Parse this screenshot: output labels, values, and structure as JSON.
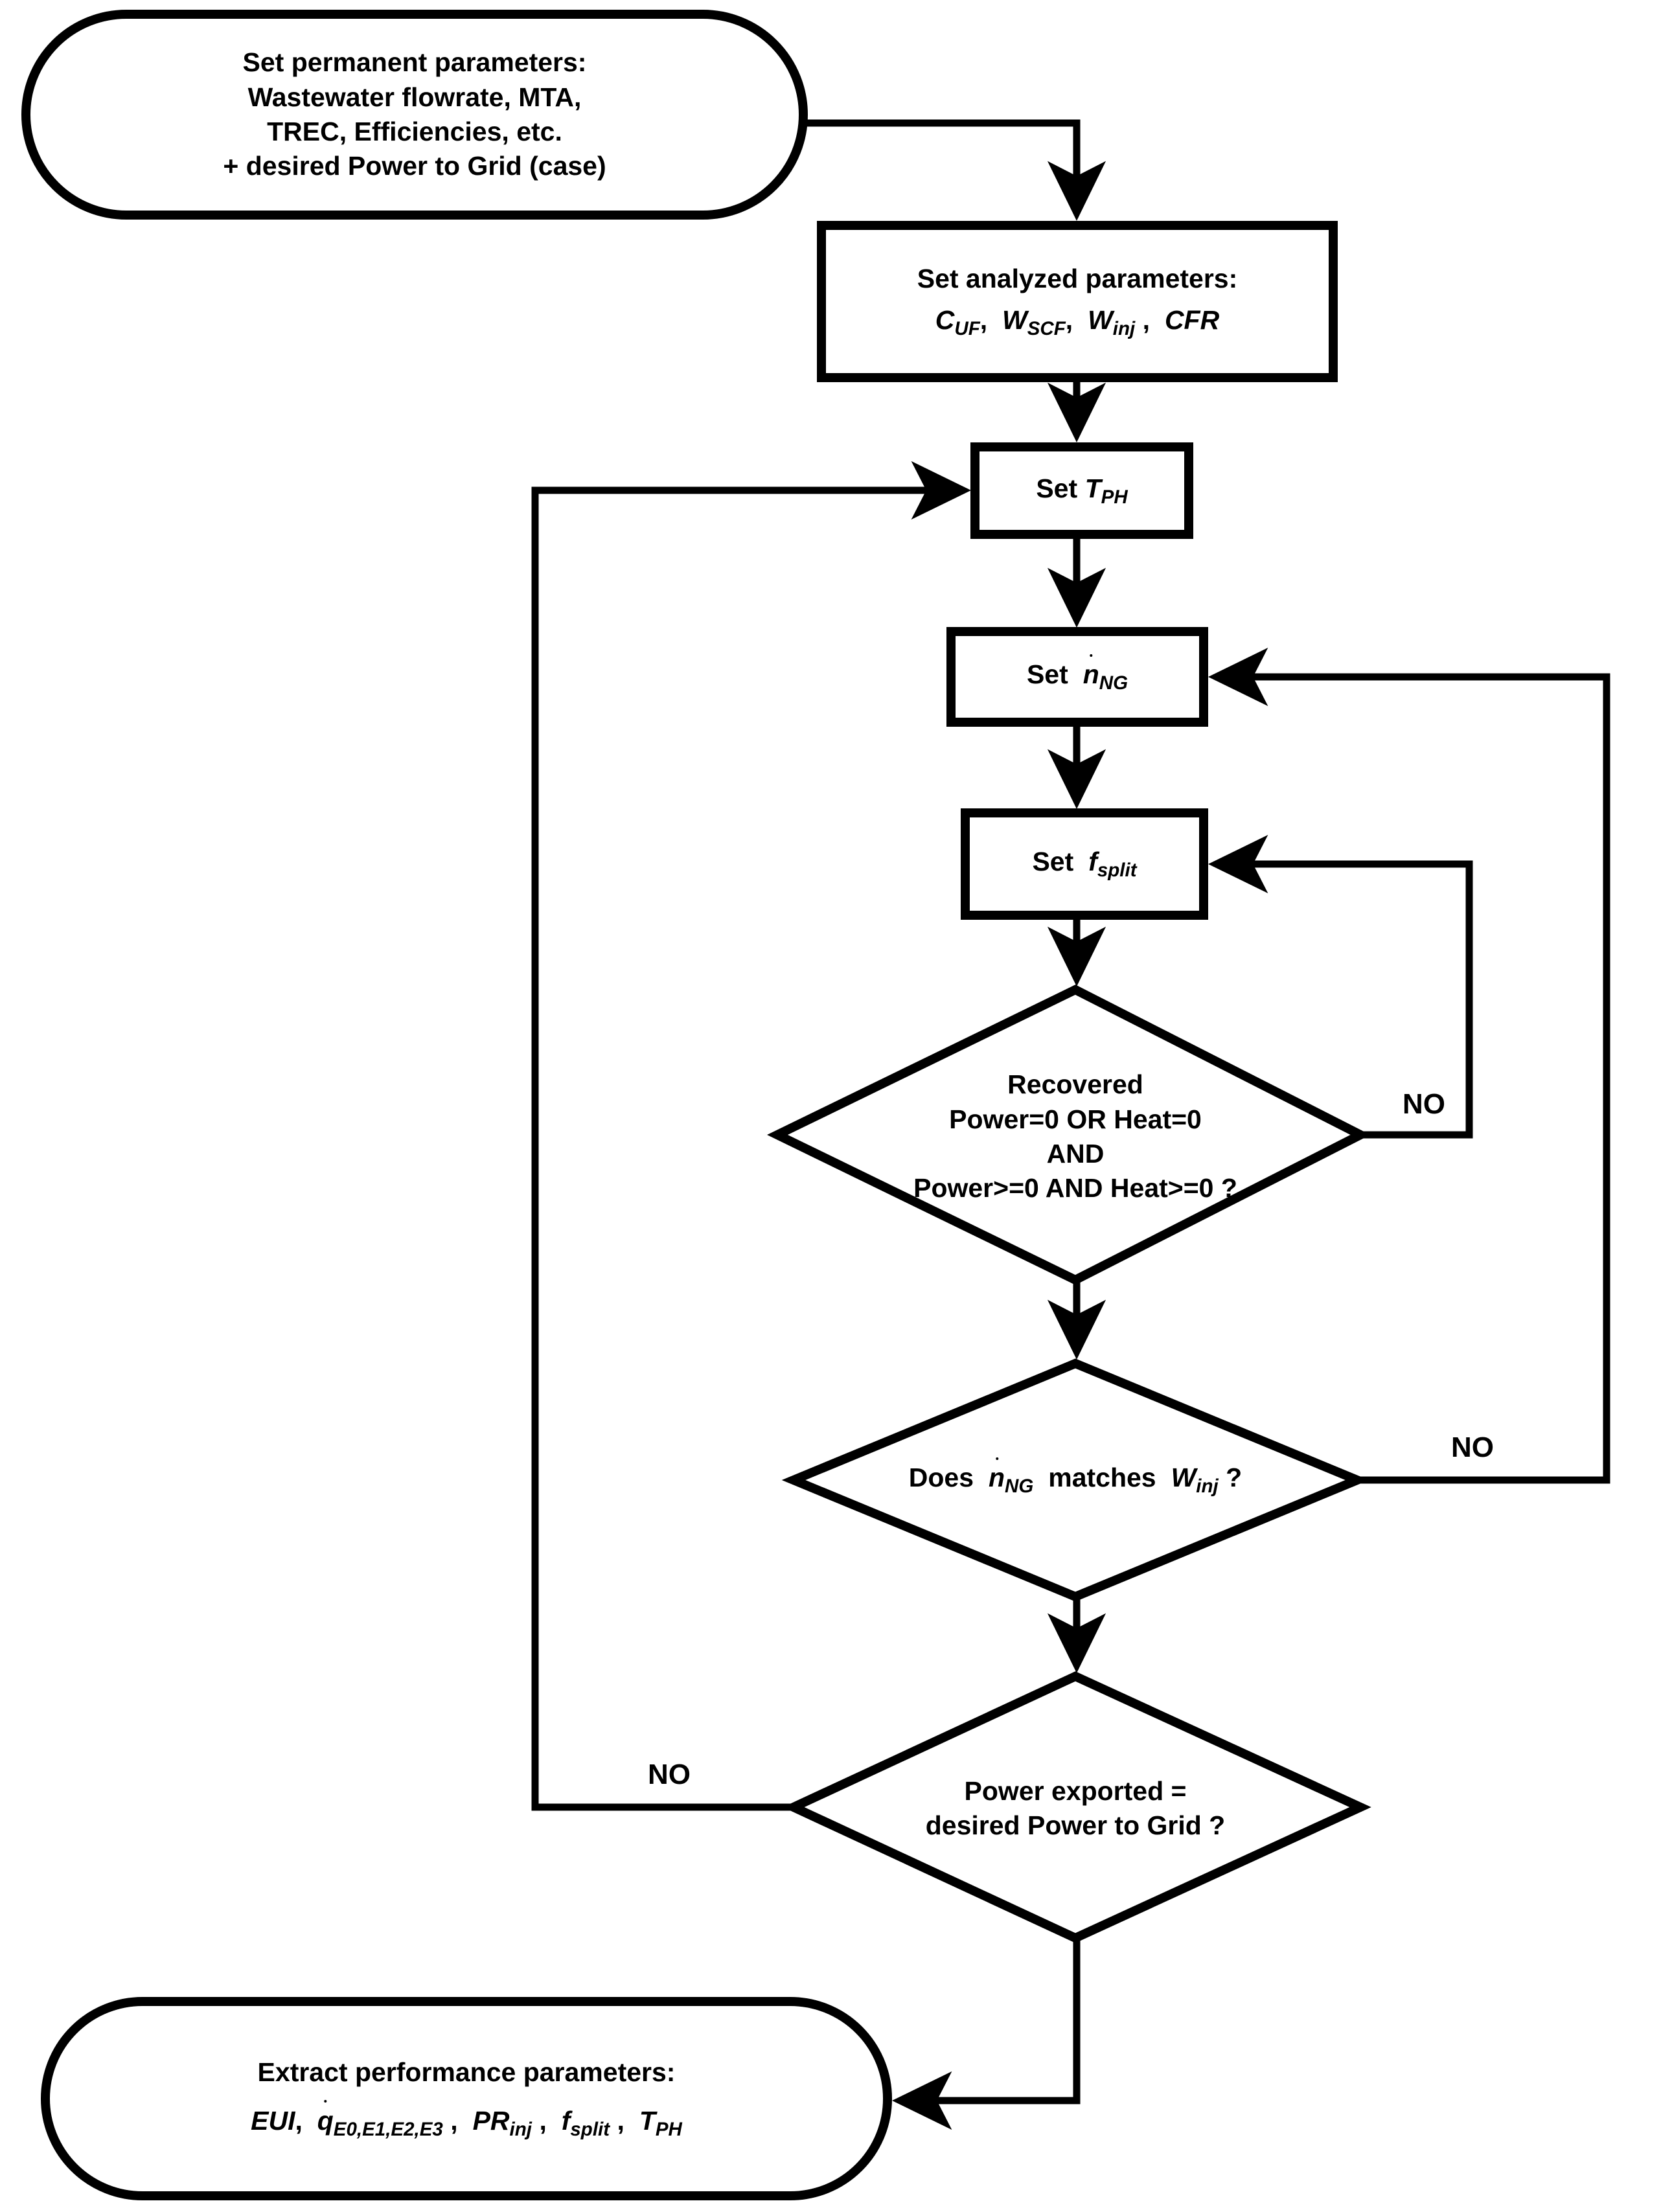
{
  "diagram": {
    "type": "flowchart",
    "title": "Simulation solution procedure flowchart",
    "orientation": "top-to-bottom",
    "line_color": "#000000",
    "fill_color": "#ffffff"
  },
  "nodes": {
    "start": {
      "shape": "terminator",
      "lines": [
        "Set permanent parameters:",
        "Wastewater flowrate, MTA,",
        "TREC, Efficiencies, etc.",
        "+ desired Power to Grid (case)"
      ]
    },
    "set_analyzed": {
      "shape": "process",
      "title": "Set analyzed parameters:",
      "vars": [
        {
          "base": "C",
          "sub": "UF"
        },
        {
          "base": "W",
          "sub": "SCF"
        },
        {
          "base": "W",
          "sub": "inj"
        },
        {
          "base": "CFR",
          "sub": ""
        }
      ]
    },
    "set_tph": {
      "shape": "process",
      "label": "Set",
      "var": {
        "base": "T",
        "sub": "PH",
        "dot": false
      }
    },
    "set_nng": {
      "shape": "process",
      "label": "Set",
      "var": {
        "base": "n",
        "sub": "NG",
        "dot": true
      }
    },
    "set_fsplit": {
      "shape": "process",
      "label": "Set",
      "var": {
        "base": "f",
        "sub": "split",
        "dot": false
      }
    },
    "decision_recovered": {
      "shape": "decision",
      "lines": [
        "Recovered",
        "Power=0 OR Heat=0",
        "AND",
        "Power>=0 AND Heat>=0 ?"
      ]
    },
    "decision_match": {
      "shape": "decision",
      "prefix": "Does",
      "var_a": {
        "base": "n",
        "sub": "NG",
        "dot": true
      },
      "middle": "matches",
      "var_b": {
        "base": "W",
        "sub": "inj",
        "dot": false
      },
      "suffix": "?"
    },
    "decision_power": {
      "shape": "decision",
      "lines": [
        "Power exported =",
        "desired Power to Grid ?"
      ]
    },
    "end": {
      "shape": "terminator",
      "title": "Extract performance parameters:",
      "vars": [
        {
          "base": "EUI",
          "sub": "",
          "dot": false
        },
        {
          "base": "q",
          "sub": "E0,E1,E2,E3",
          "dot": true
        },
        {
          "base": "PR",
          "sub": "inj",
          "dot": false
        },
        {
          "base": "f",
          "sub": "split",
          "dot": false
        },
        {
          "base": "T",
          "sub": "PH",
          "dot": false
        }
      ]
    }
  },
  "edge_labels": {
    "no_recovered": "NO",
    "no_match": "NO",
    "no_power": "NO"
  },
  "edges": [
    {
      "from": "start",
      "to": "set_analyzed",
      "label": ""
    },
    {
      "from": "set_analyzed",
      "to": "set_tph",
      "label": ""
    },
    {
      "from": "set_tph",
      "to": "set_nng",
      "label": ""
    },
    {
      "from": "set_nng",
      "to": "set_fsplit",
      "label": ""
    },
    {
      "from": "set_fsplit",
      "to": "decision_recovered",
      "label": ""
    },
    {
      "from": "decision_recovered",
      "to": "set_fsplit",
      "label": "NO"
    },
    {
      "from": "decision_recovered",
      "to": "decision_match",
      "label": ""
    },
    {
      "from": "decision_match",
      "to": "set_nng",
      "label": "NO"
    },
    {
      "from": "decision_match",
      "to": "decision_power",
      "label": ""
    },
    {
      "from": "decision_power",
      "to": "set_tph",
      "label": "NO"
    },
    {
      "from": "decision_power",
      "to": "end",
      "label": ""
    }
  ]
}
